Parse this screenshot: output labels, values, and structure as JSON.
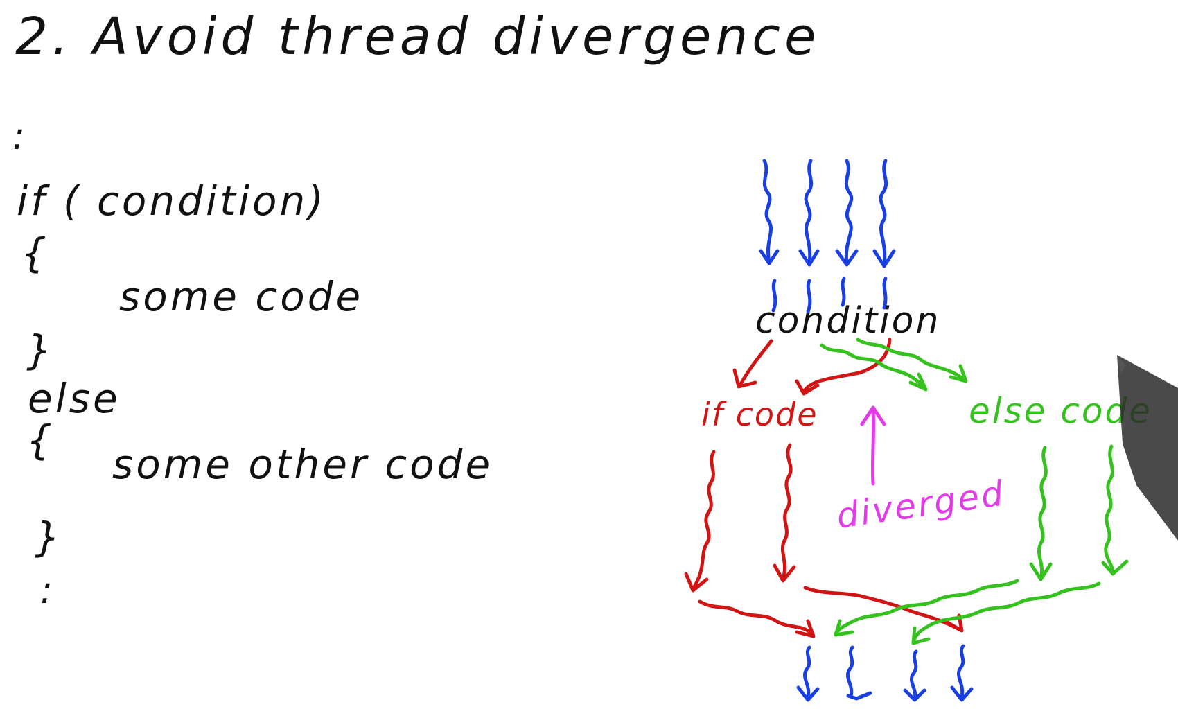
{
  "title": "2. Avoid thread divergence",
  "code": {
    "dots_top": ":",
    "line_if": "if  ( condition)",
    "brace_open_1": "{",
    "line_some_code": "some  code",
    "brace_close_1": "}",
    "line_else": "else",
    "brace_open_2": "{",
    "line_some_other_code": "some  other  code",
    "brace_close_2": "}",
    "dots_bottom": ":"
  },
  "diagram": {
    "condition_label": "condition",
    "if_code_label": "if code",
    "else_code_label": "else code",
    "diverged_label": "diverged"
  },
  "colors": {
    "thread_blue": "#1a3fe0",
    "if_red": "#d11414",
    "else_green": "#35c21f",
    "diverged_magenta": "#e23ce8",
    "ink_black": "#111111"
  }
}
